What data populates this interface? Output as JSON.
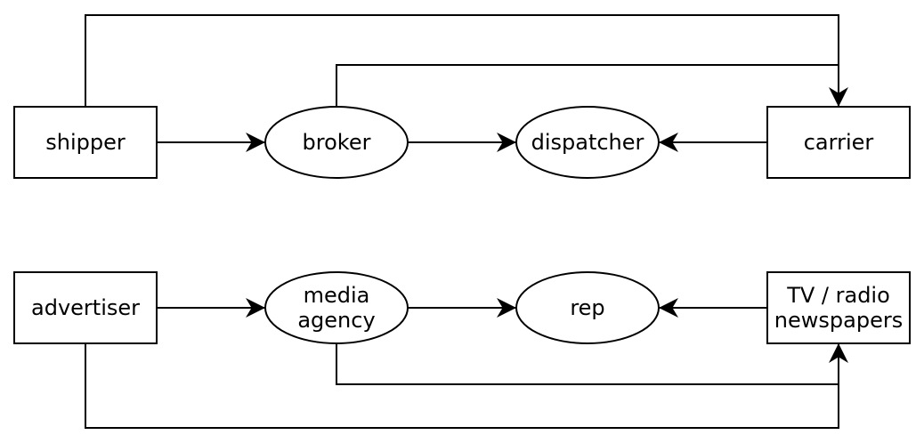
{
  "top_row": {
    "shipper": "shipper",
    "broker": "broker",
    "dispatcher": "dispatcher",
    "carrier": "carrier"
  },
  "bottom_row": {
    "advertiser": "advertiser",
    "media_agency": [
      "media",
      "agency"
    ],
    "rep": "rep",
    "tv_radio": [
      "TV / radio",
      "newspapers"
    ]
  },
  "colors": {
    "stroke": "#000000",
    "fill": "#ffffff"
  }
}
